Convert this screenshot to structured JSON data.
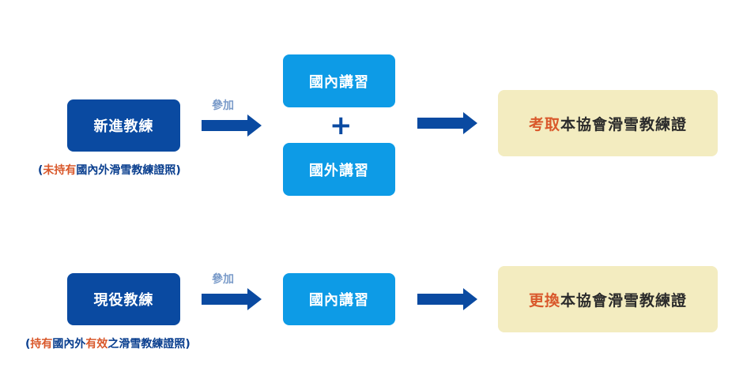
{
  "row1": {
    "source": "新進教練",
    "note": {
      "open": "(",
      "highlight": "未持有",
      "rest": "國內外滑雪教練證照",
      "close": ")"
    },
    "join_label": "參加",
    "training_a": "國內講習",
    "plus": "+",
    "training_b": "國外講習",
    "result": {
      "highlight": "考取",
      "rest": "本協會滑雪教練證"
    }
  },
  "row2": {
    "source": "現役教練",
    "note": {
      "open": "(",
      "highlight1": "持有",
      "mid": "國內外",
      "highlight2": "有效",
      "rest": "之滑雪教練證照",
      "close": ")"
    },
    "join_label": "參加",
    "training": "國內講習",
    "result": {
      "highlight": "更換",
      "rest": "本協會滑雪教練證"
    }
  },
  "colors": {
    "dark_box": "#0a4aa1",
    "light_box": "#0d9be6",
    "result_bg": "#f3ecc0",
    "accent": "#d9582b",
    "arrow": "#0a4aa1"
  }
}
